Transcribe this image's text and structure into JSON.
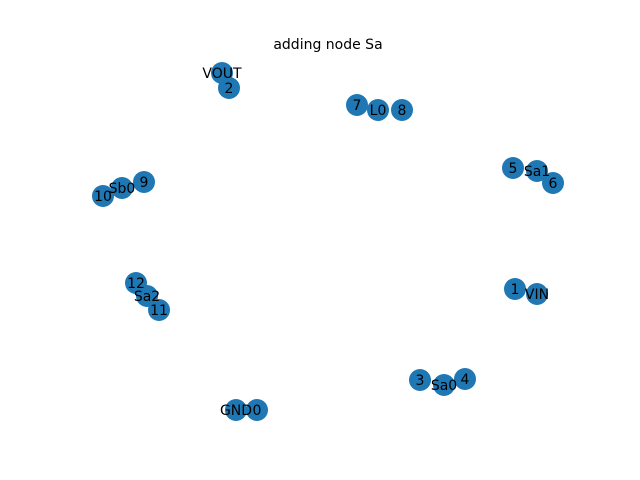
{
  "title": "adding node Sa",
  "node_color": "#1f77b4",
  "label_color": "#000000",
  "graph": {
    "nodes": [
      {
        "id": "VOUT"
      },
      {
        "id": "2"
      },
      {
        "id": "7"
      },
      {
        "id": "L0"
      },
      {
        "id": "8"
      },
      {
        "id": "5"
      },
      {
        "id": "Sa1"
      },
      {
        "id": "6"
      },
      {
        "id": "9"
      },
      {
        "id": "Sb0"
      },
      {
        "id": "10"
      },
      {
        "id": "1"
      },
      {
        "id": "VIN"
      },
      {
        "id": "12"
      },
      {
        "id": "Sa2"
      },
      {
        "id": "11"
      },
      {
        "id": "3"
      },
      {
        "id": "Sa0"
      },
      {
        "id": "4"
      },
      {
        "id": "GND"
      },
      {
        "id": "0"
      }
    ]
  }
}
